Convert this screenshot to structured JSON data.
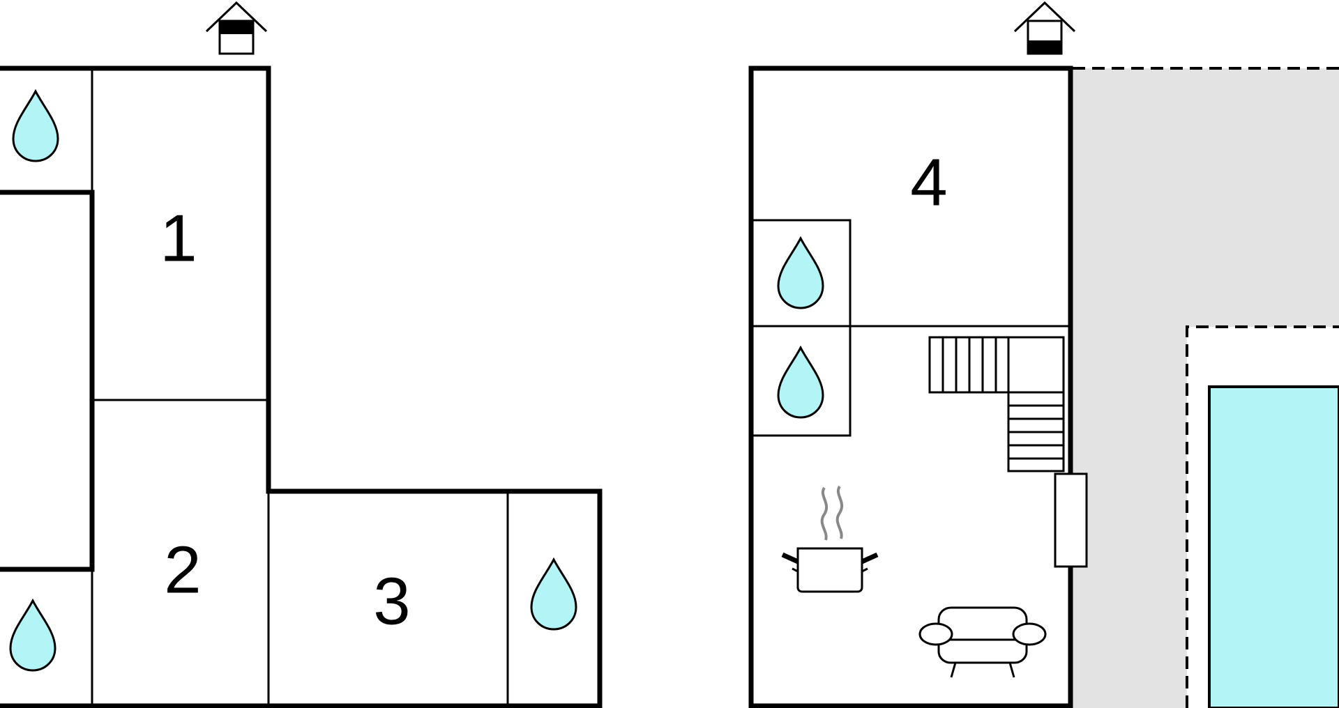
{
  "rooms": [
    {
      "id": "room-1",
      "label": "1"
    },
    {
      "id": "room-2",
      "label": "2"
    },
    {
      "id": "room-3",
      "label": "3"
    },
    {
      "id": "room-4",
      "label": "4"
    }
  ],
  "icons": {
    "entrance": "house-entrance-icon",
    "bathroom": "water-drop-icon",
    "kitchen": "cooking-pot-icon",
    "living": "sofa-icon",
    "stairs": "staircase-icon"
  },
  "colors": {
    "water": "#b3f5f7",
    "terrace": "#e3e3e3",
    "pool": "#b3f5f7",
    "walls": "#000000"
  }
}
